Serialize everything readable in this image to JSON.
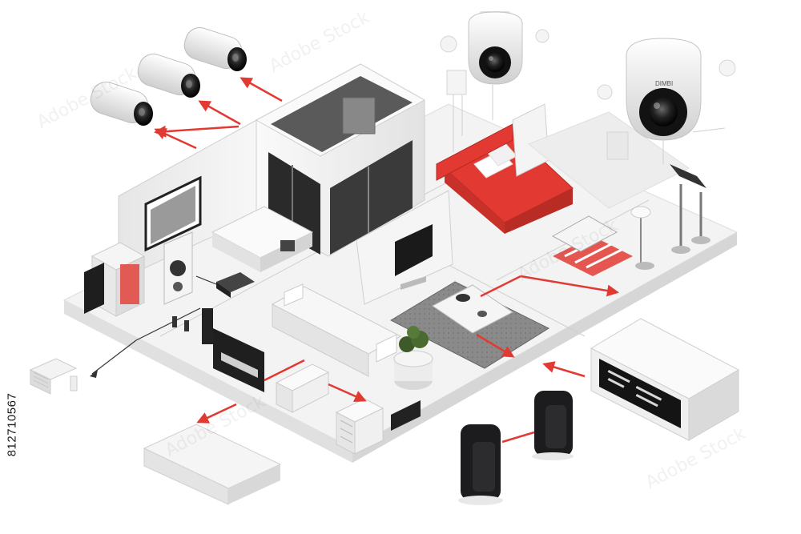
{
  "image_id_text": "812710567",
  "watermark_text": "Adobe Stock",
  "camera_brand_text": "DIMBI",
  "colors": {
    "accent_red": "#e23a32",
    "wall_white": "#f2f2f2",
    "floor_light": "#ececec",
    "dark_device": "#1c1c1e"
  }
}
